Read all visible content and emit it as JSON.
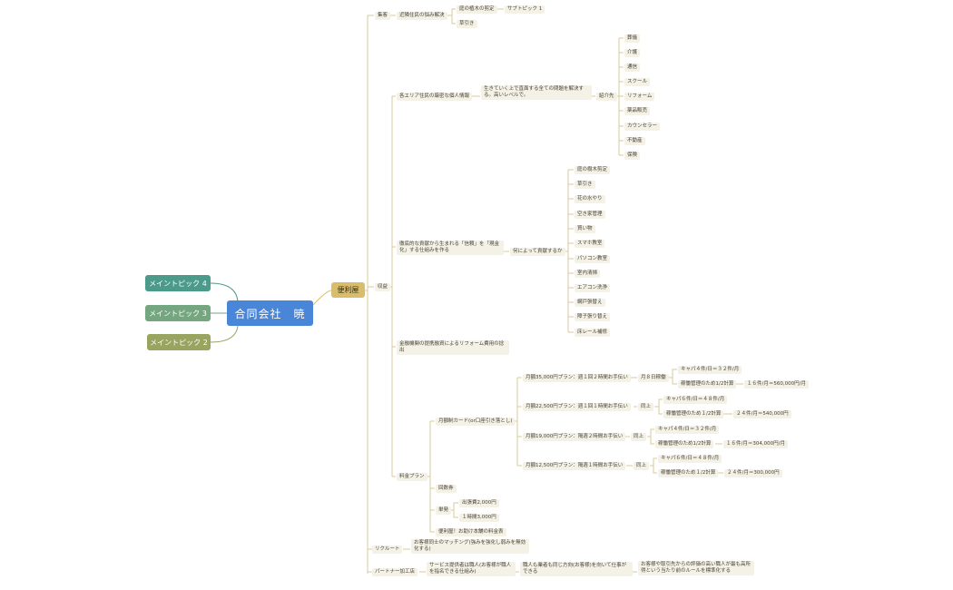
{
  "root": "合同会社　暁",
  "main_topic": "便利屋",
  "side_topics": [
    {
      "label": "メイントピック 4",
      "color": "#4b9a8b"
    },
    {
      "label": "メイントピック 3",
      "color": "#74a67f"
    },
    {
      "label": "メイントピック 2",
      "color": "#98a460"
    }
  ],
  "colors": {
    "root": "#4a86d8",
    "main": "#d9bd6b",
    "line": "#d8c89a",
    "node_bg": "#f4f1e6"
  },
  "nodes": {
    "n_shukyaku": "集客",
    "n_kinrin": "近隣住民の悩み解決",
    "n_niwaki": "庭の植木の剪定",
    "n_sub1": "サブトピック 1",
    "n_kusa": "草引き",
    "n_shueki": "収益",
    "n_kakuarea": "各エリア住民の厳密な個人情報",
    "n_ikiteiku": "生きていく上で直面する全ての問題を解決する。高いレベルで。",
    "n_shokai": "紹介先",
    "n_soukai": "葬儀",
    "n_kaigo": "介護",
    "n_tsushin": "通信",
    "n_school": "スクール",
    "n_reform": "リフォーム",
    "n_hinpin": "薬品販売",
    "n_counsel": "カウンセラー",
    "n_fudosan": "不動産",
    "n_hoken": "保険",
    "n_tetteiteki": "徹底的な貢献から生まれる「信頼」を「現金化」する仕組みを作る",
    "n_nanini": "何によって貢献するか",
    "n_s1": "庭の樹木剪定",
    "n_s2": "草引き",
    "n_s3": "花の水やり",
    "n_s4": "空き家管理",
    "n_s5": "買い物",
    "n_s6": "スマホ教室",
    "n_s7": "パソコン教室",
    "n_s8": "室内清掃",
    "n_s9": "エアコン洗浄",
    "n_s10": "網戸張替え",
    "n_s11": "障子張り替え",
    "n_s12": "床レール補修",
    "n_kinyu": "金融機関の提携融資によるリフォーム費用の捻出",
    "n_ryokin": "料金プラン",
    "n_getsugaku": "月額制カード(or口座引き落とし)",
    "n_p1": "月額35,000円プラン：週１回２時間お手伝い",
    "n_p1a": "月８日稼働",
    "n_p1b": "キャパ４件/日＝３２件/月",
    "n_p1c": "稼働管理のため1/2計算",
    "n_p1d": "１６件/月＝560,000円/月",
    "n_p2": "月額22,500円プラン：週１回１時間お手伝い",
    "n_p2a": "同上",
    "n_p2b": "キャパ６件/日＝４８件/月",
    "n_p2c": "稼働管理のため１/2計算",
    "n_p2d": "２４件/月＝540,000円",
    "n_p3": "月額19,000円プラン：隔週２時間お手伝い",
    "n_p3a": "同上",
    "n_p3b": "キャパ４件/日＝３２件/月",
    "n_p3c": "稼働管理のため1/2計算",
    "n_p3d": "１６件/月＝304,000円/月",
    "n_p4": "月額12,500円プラン：隔週１時間お手伝い",
    "n_p4a": "同上",
    "n_p4b": "キャパ６件/日＝４８件/月",
    "n_p4c": "稼働管理のため１/2計算",
    "n_p4d": "２４件/月＝300,000円",
    "n_kaisuken": "回数券",
    "n_tanpatsu": "単発",
    "n_tan1": "出張費2,000円",
    "n_tan2": "１時間3,000円",
    "n_benriya": "便利屋！お助け本舗の料金表",
    "n_recruit": "リクルート",
    "n_recruit_d": "お客様同士のマッチング(強みを強化し弱みを無効化する)",
    "n_partner": "パートナー加工店",
    "n_partner_a": "サービス提供者は職人(お客様が職人を指名できる仕組み)",
    "n_partner_b": "職人も業者も同じ方向(お客様)を向いて仕事ができる",
    "n_partner_c": "お客様や取引先からの評価の高い職人が最も高所得という当たり前のルールを標準化する"
  }
}
